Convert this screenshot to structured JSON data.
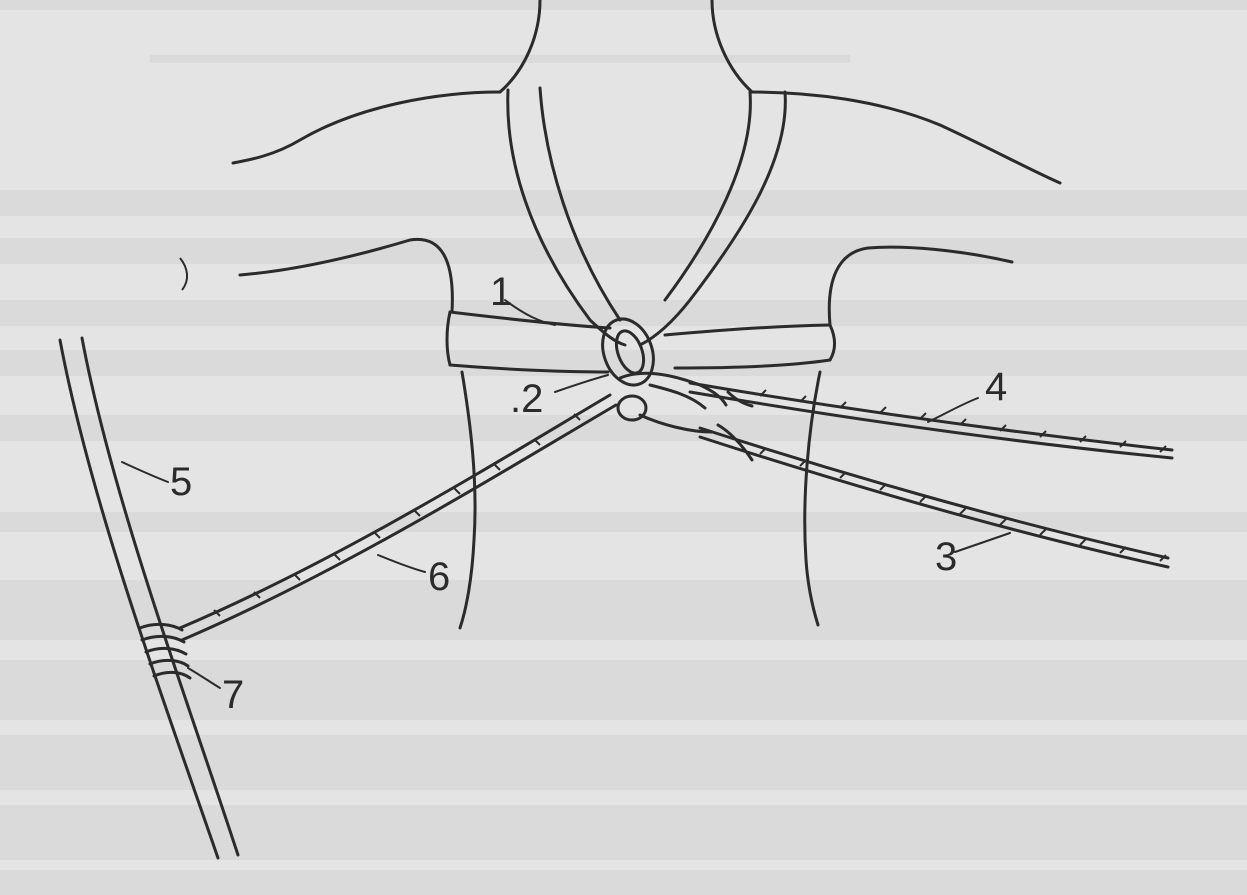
{
  "figure": {
    "labels": {
      "n1": "1",
      "n2": ".2",
      "n3": "3",
      "n4": "4",
      "n5": "5",
      "n6": "6",
      "n7": "7"
    }
  },
  "colors": {
    "paper": "#e4e4e4",
    "ink": "#2b2b2b",
    "bleed_through": "#cfcfcf"
  }
}
